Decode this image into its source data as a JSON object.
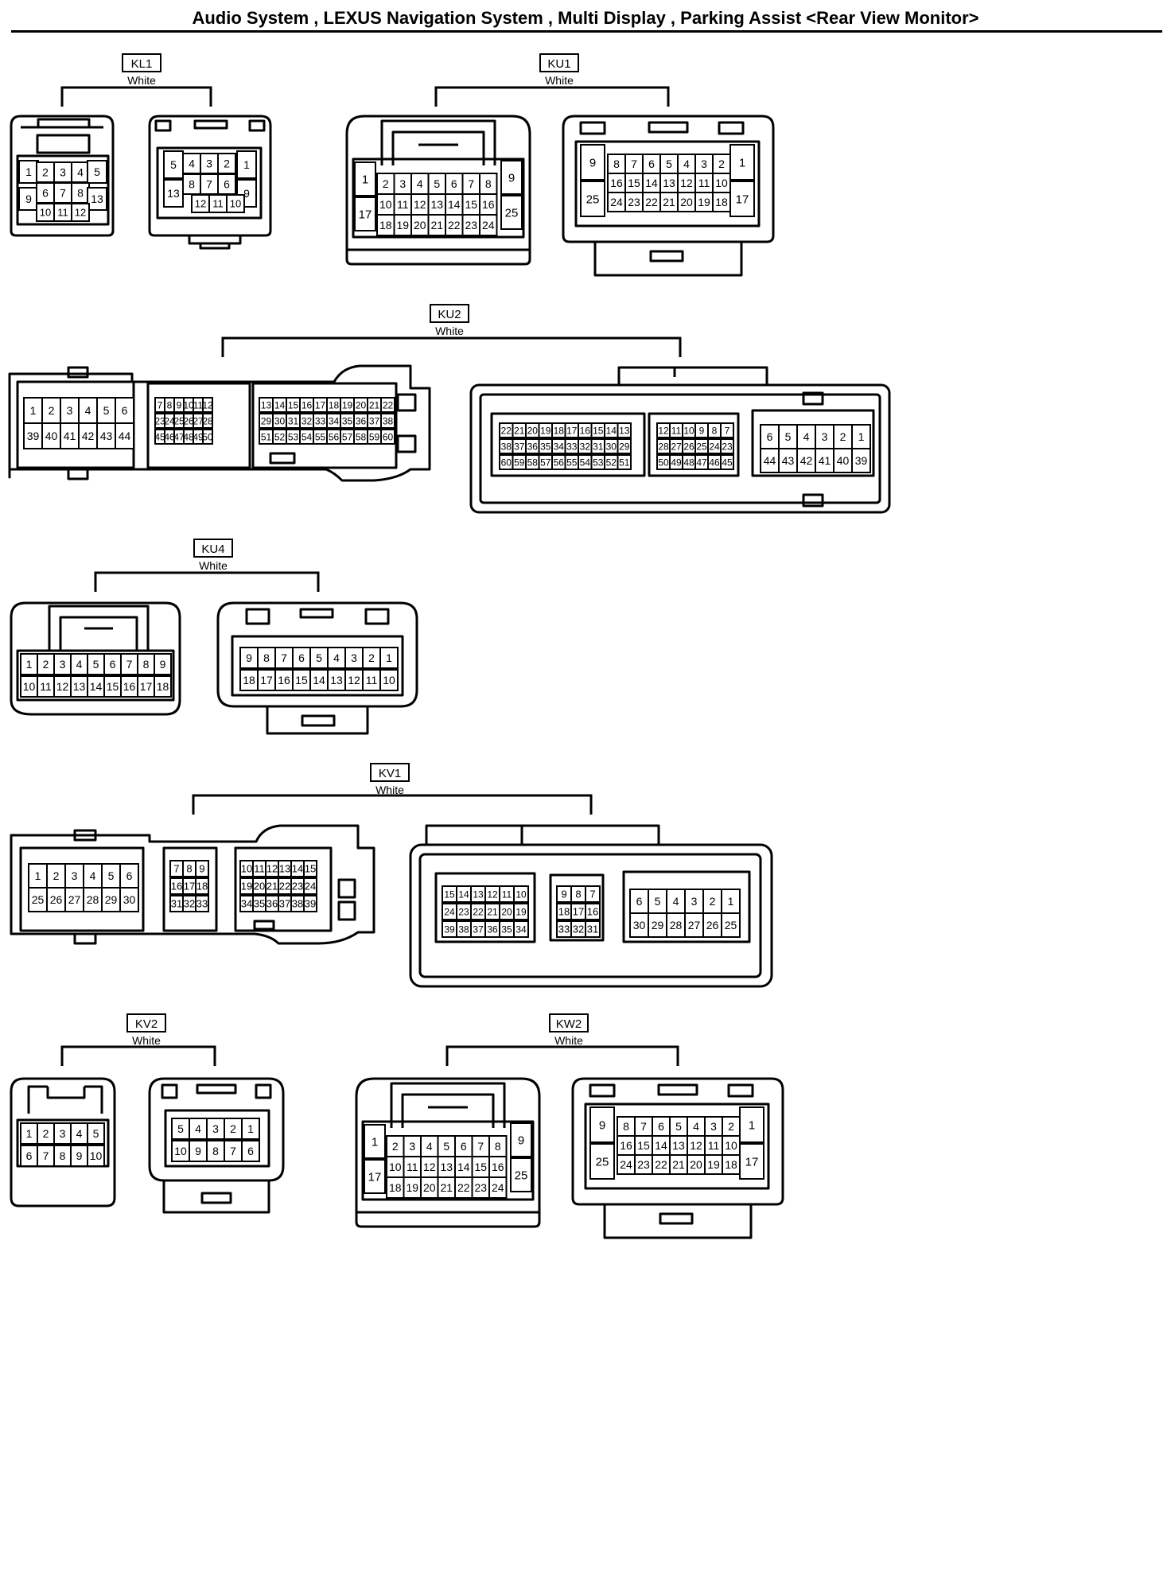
{
  "header": {
    "title": "Audio System , LEXUS Navigation System , Multi Display , Parking Assist <Rear View Monitor>"
  },
  "connectors": [
    {
      "id": "KL1",
      "color": "White",
      "female": [
        [
          "1",
          "2",
          "3",
          "4",
          "5"
        ],
        [
          "9",
          "6",
          "7",
          "8",
          "13"
        ],
        [
          "10",
          "11",
          "12"
        ]
      ],
      "male": [
        [
          "5",
          "4",
          "3",
          "2",
          "1"
        ],
        [
          "13",
          "8",
          "7",
          "6",
          "9"
        ],
        [
          "12",
          "11",
          "10"
        ]
      ]
    },
    {
      "id": "KU1",
      "color": "White",
      "female": [
        [
          "1",
          "2",
          "3",
          "4",
          "5",
          "6",
          "7",
          "8",
          "9"
        ],
        [
          "17",
          "10",
          "11",
          "12",
          "13",
          "14",
          "15",
          "16",
          "25"
        ],
        [
          "18",
          "19",
          "20",
          "21",
          "22",
          "23",
          "24"
        ]
      ],
      "male": [
        [
          "9",
          "8",
          "7",
          "6",
          "5",
          "4",
          "3",
          "2",
          "1"
        ],
        [
          "25",
          "16",
          "15",
          "14",
          "13",
          "12",
          "11",
          "10",
          "17"
        ],
        [
          "24",
          "23",
          "22",
          "21",
          "20",
          "19",
          "18"
        ]
      ]
    },
    {
      "id": "KU2",
      "color": "White",
      "female": [
        [
          "1",
          "2",
          "3",
          "4",
          "5",
          "6"
        ],
        [
          "39",
          "40",
          "41",
          "42",
          "43",
          "44"
        ],
        [
          "7",
          "8",
          "9",
          "10",
          "11",
          "12"
        ],
        [
          "23",
          "24",
          "25",
          "26",
          "27",
          "28"
        ],
        [
          "45",
          "46",
          "47",
          "48",
          "49",
          "50"
        ],
        [
          "13",
          "14",
          "15",
          "16",
          "17",
          "18",
          "19",
          "20",
          "21",
          "22"
        ],
        [
          "29",
          "30",
          "31",
          "32",
          "33",
          "34",
          "35",
          "36",
          "37",
          "38"
        ],
        [
          "51",
          "52",
          "53",
          "54",
          "55",
          "56",
          "57",
          "58",
          "59",
          "60"
        ]
      ],
      "male": [
        [
          "22",
          "21",
          "20",
          "19",
          "18",
          "17",
          "16",
          "15",
          "14",
          "13"
        ],
        [
          "38",
          "37",
          "36",
          "35",
          "34",
          "33",
          "32",
          "31",
          "30",
          "29"
        ],
        [
          "60",
          "59",
          "58",
          "57",
          "56",
          "55",
          "54",
          "53",
          "52",
          "51"
        ],
        [
          "12",
          "11",
          "10",
          "9",
          "8",
          "7"
        ],
        [
          "28",
          "27",
          "26",
          "25",
          "24",
          "23"
        ],
        [
          "50",
          "49",
          "48",
          "47",
          "46",
          "45"
        ],
        [
          "6",
          "5",
          "4",
          "3",
          "2",
          "1"
        ],
        [
          "44",
          "43",
          "42",
          "41",
          "40",
          "39"
        ]
      ]
    },
    {
      "id": "KU4",
      "color": "White",
      "female": [
        [
          "1",
          "2",
          "3",
          "4",
          "5",
          "6",
          "7",
          "8",
          "9"
        ],
        [
          "10",
          "11",
          "12",
          "13",
          "14",
          "15",
          "16",
          "17",
          "18"
        ]
      ],
      "male": [
        [
          "9",
          "8",
          "7",
          "6",
          "5",
          "4",
          "3",
          "2",
          "1"
        ],
        [
          "18",
          "17",
          "16",
          "15",
          "14",
          "13",
          "12",
          "11",
          "10"
        ]
      ]
    },
    {
      "id": "KV1",
      "color": "White",
      "female": [
        [
          "1",
          "2",
          "3",
          "4",
          "5",
          "6"
        ],
        [
          "25",
          "26",
          "27",
          "28",
          "29",
          "30"
        ],
        [
          "7",
          "8",
          "9"
        ],
        [
          "16",
          "17",
          "18"
        ],
        [
          "31",
          "32",
          "33"
        ],
        [
          "10",
          "11",
          "12",
          "13",
          "14",
          "15"
        ],
        [
          "19",
          "20",
          "21",
          "22",
          "23",
          "24"
        ],
        [
          "34",
          "35",
          "36",
          "37",
          "38",
          "39"
        ]
      ],
      "male": [
        [
          "15",
          "14",
          "13",
          "12",
          "11",
          "10"
        ],
        [
          "24",
          "23",
          "22",
          "21",
          "20",
          "19"
        ],
        [
          "39",
          "38",
          "37",
          "36",
          "35",
          "34"
        ],
        [
          "9",
          "8",
          "7"
        ],
        [
          "18",
          "17",
          "16"
        ],
        [
          "33",
          "32",
          "31"
        ],
        [
          "6",
          "5",
          "4",
          "3",
          "2",
          "1"
        ],
        [
          "30",
          "29",
          "28",
          "27",
          "26",
          "25"
        ]
      ]
    },
    {
      "id": "KV2",
      "color": "White",
      "female": [
        [
          "1",
          "2",
          "3",
          "4",
          "5"
        ],
        [
          "6",
          "7",
          "8",
          "9",
          "10"
        ]
      ],
      "male": [
        [
          "5",
          "4",
          "3",
          "2",
          "1"
        ],
        [
          "10",
          "9",
          "8",
          "7",
          "6"
        ]
      ]
    },
    {
      "id": "KW2",
      "color": "White",
      "female": [
        [
          "1",
          "2",
          "3",
          "4",
          "5",
          "6",
          "7",
          "8",
          "9"
        ],
        [
          "17",
          "10",
          "11",
          "12",
          "13",
          "14",
          "15",
          "16",
          "25"
        ],
        [
          "18",
          "19",
          "20",
          "21",
          "22",
          "23",
          "24"
        ]
      ],
      "male": [
        [
          "9",
          "8",
          "7",
          "6",
          "5",
          "4",
          "3",
          "2",
          "1"
        ],
        [
          "25",
          "16",
          "15",
          "14",
          "13",
          "12",
          "11",
          "10",
          "17"
        ],
        [
          "24",
          "23",
          "22",
          "21",
          "20",
          "19",
          "18"
        ]
      ]
    }
  ]
}
